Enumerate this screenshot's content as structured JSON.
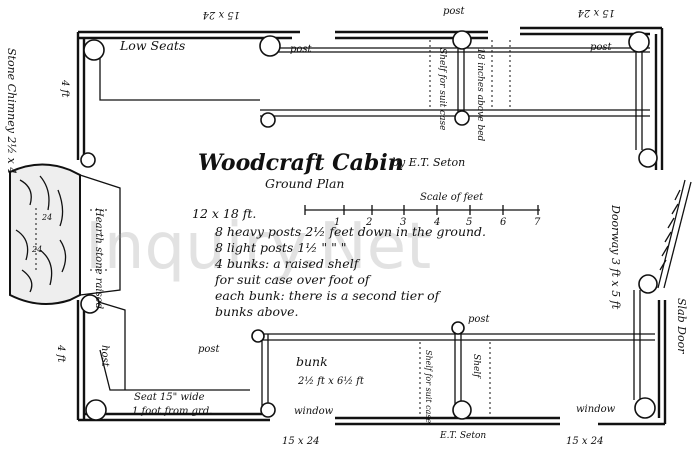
{
  "title": "Woodcraft Cabin",
  "author_note": "by E.T. Seton",
  "subtitle": "Ground Plan",
  "scale_label": "Scale of feet",
  "scale_ticks": [
    "1",
    "2",
    "3",
    "4",
    "5",
    "6",
    "7"
  ],
  "notes": [
    "12 x 18 ft.",
    "8 heavy posts 2½ feet down in the ground.",
    "8 light posts 1½ \"  \"   \"",
    "4 bunks: a raised shelf",
    "for suit case over foot of",
    "each bunk: there is a second tier of",
    "bunks above."
  ],
  "labels": {
    "low_seats": "Low Seats",
    "post_top_left": "post",
    "post_top_center": "post",
    "post_top_right": "post",
    "post_mid_left": "post",
    "post_bottom_center": "post",
    "post_bottom_left": "host",
    "shelf_left": "Shelf for suit case",
    "shelf_right": "18 inches above bed",
    "stone_chimney": "Stone Chimney 2½ x 4",
    "hearth": "Hearth stone raised",
    "dim_24_top": "24",
    "dim_24_left": "24",
    "four_ft_top": "4 ft",
    "four_ft_bottom": "4 ft",
    "doorway": "Doorway 3 ft x 5 ft",
    "slab_door": "Slab Door",
    "bunk": "bunk",
    "bunk_size": "2½ ft x 6½ ft",
    "seat_line1": "Seat 15\" wide",
    "seat_line2": "1 foot from grd.",
    "window_left": "window",
    "window_right": "window",
    "window_size_top_left": "15 x 24",
    "window_size_top_right": "15 x 24",
    "window_size_bottom_left": "15 x 24",
    "window_size_bottom_right": "15 x 24",
    "shelf_bottom_left": "Shelf for suit case",
    "shelf_bottom_right": "Shelf",
    "signature": "E.T. Seton"
  },
  "watermark": "Inquiry.Net"
}
